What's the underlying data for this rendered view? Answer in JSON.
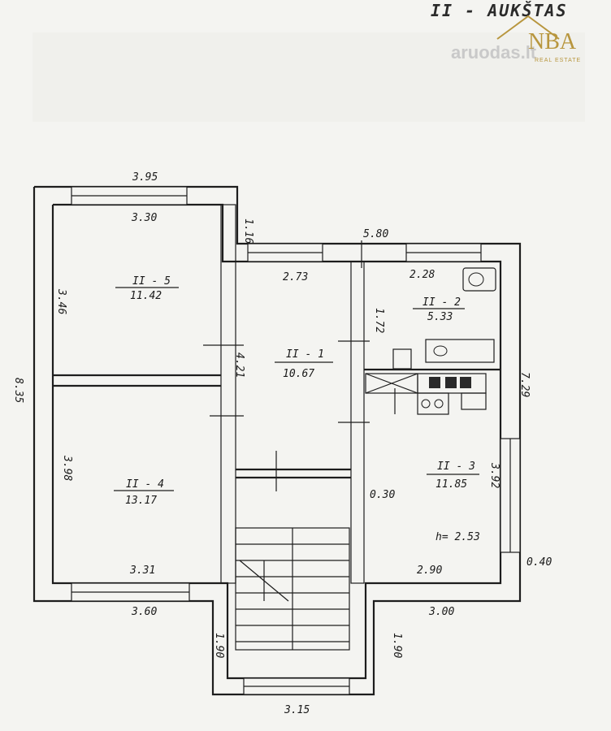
{
  "header": {
    "title": "II - AUKŠTAS"
  },
  "watermark": {
    "site": "aruodas.lt",
    "brand": "NBA",
    "tagline": "REAL ESTATE",
    "brand_color": "#b8963e"
  },
  "dimensions": {
    "top_left_width": "3.95",
    "room5_width": "3.30",
    "wall_offset": "1.16",
    "overall_width": "5.80",
    "corridor_width": "2.73",
    "wc_width": "2.28",
    "room5_height": "3.46",
    "wc_height": "1.72",
    "corridor_height": "4.21",
    "left_total": "8.35",
    "right_total": "7.29",
    "room4_height": "3.98",
    "kitchen_height": "3.92",
    "partition": "0.30",
    "room4_width": "3.31",
    "kitchen_width": "2.90",
    "side_wall": "0.40",
    "bottom_left": "3.60",
    "bottom_right": "3.00",
    "stair_left": "1.90",
    "stair_right": "1.90",
    "stair_width": "3.15"
  },
  "rooms": {
    "room5": {
      "id": "II - 5",
      "area": "11.42"
    },
    "room2": {
      "id": "II - 2",
      "area": "5.33"
    },
    "room1": {
      "id": "II - 1",
      "area": "10.67"
    },
    "room4": {
      "id": "II - 4",
      "area": "13.17"
    },
    "room3": {
      "id": "II - 3",
      "area": "11.85",
      "height": "h= 2.53"
    }
  }
}
